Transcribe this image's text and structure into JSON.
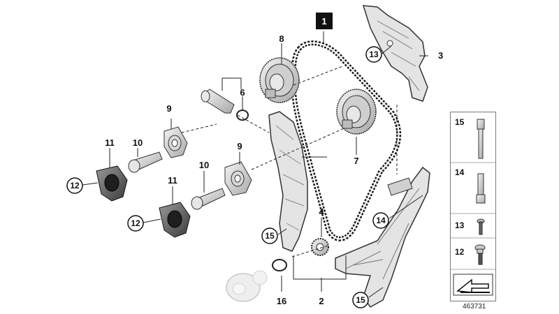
{
  "callouts": {
    "c1": "1",
    "c2": "2",
    "c3": "3",
    "c4": "4",
    "c6": "6",
    "c7": "7",
    "c8": "8",
    "c9a": "9",
    "c9b": "9",
    "c10a": "10",
    "c10b": "10",
    "c11a": "11",
    "c11b": "11",
    "c12a": "12",
    "c12b": "12",
    "c13": "13",
    "c14": "14",
    "c15a": "15",
    "c15b": "15",
    "c16": "16"
  },
  "legend": {
    "items": [
      "15",
      "14",
      "13",
      "12"
    ]
  },
  "ref_number": "463731",
  "colors": {
    "line": "#1a1a1a",
    "part_fill": "#dcdcdc",
    "dark_part": "#2a2a2a",
    "faded_part": "#e9e9e9"
  }
}
